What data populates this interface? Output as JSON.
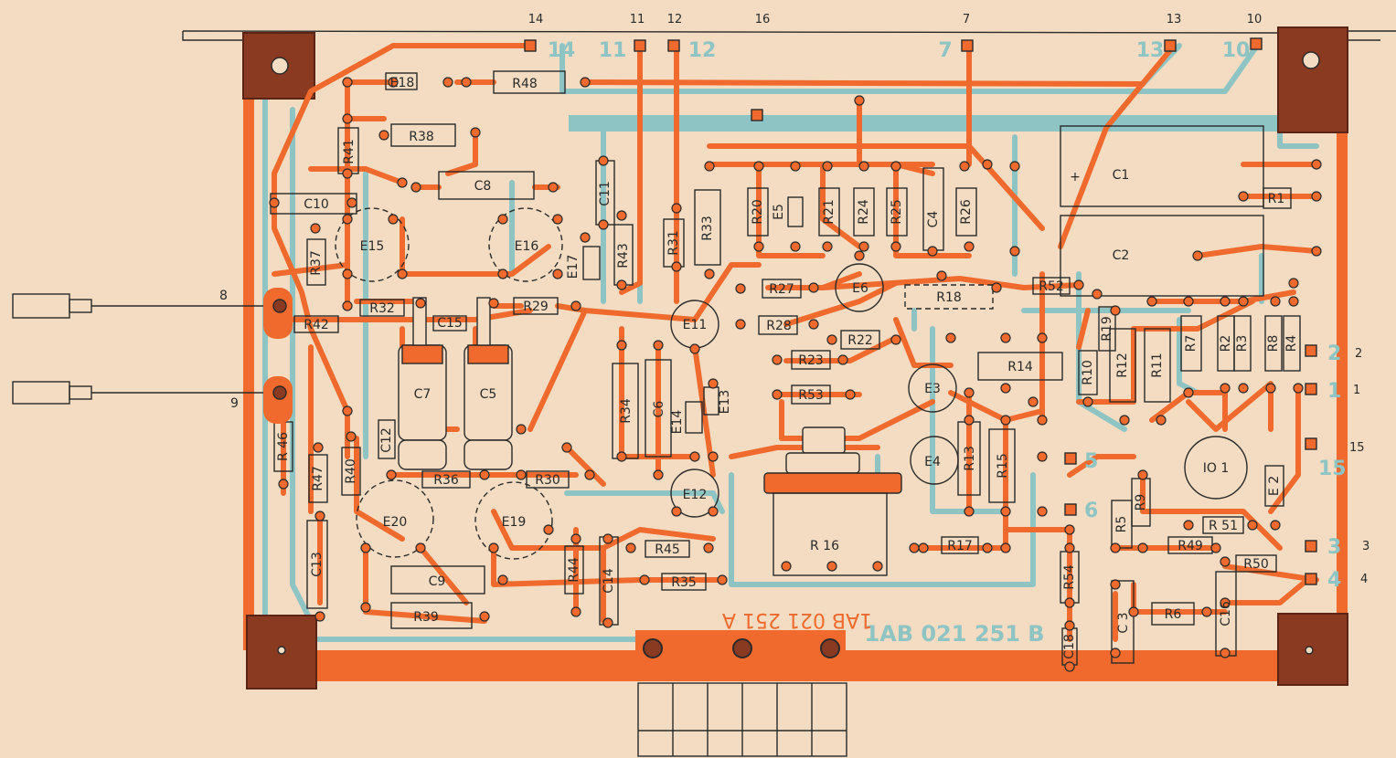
{
  "colors": {
    "paper": "#f3dcc2",
    "copper_top": "#ef6a2c",
    "copper_bottom": "#8fc4c4",
    "ink": "#2a2a2a",
    "mount": "#8b3a22"
  },
  "board": {
    "code_primary": "1AB 021 251 B",
    "code_mirrored": "1AB 021 251 A"
  },
  "top_pins": [
    "14",
    "11",
    "12",
    "16",
    "7",
    "13",
    "10"
  ],
  "top_pins_big": [
    "14",
    "11",
    "12",
    "7",
    "13",
    "10"
  ],
  "right_pins": [
    "2",
    "1",
    "15",
    "3",
    "4"
  ],
  "right_pins_big": [
    "2",
    "1",
    "15",
    "3",
    "4"
  ],
  "left_pins": [
    "8",
    "9"
  ],
  "mid_pins": [
    "5",
    "6"
  ],
  "labels": {
    "R48": "R48",
    "E18": "E18",
    "R38": "R38",
    "R41": "R41",
    "C8": "C8",
    "C10": "C10",
    "E15": "E15",
    "E16": "E16",
    "R37": "R37",
    "R32": "R32",
    "R29": "R29",
    "C15": "C15",
    "R42": "R42",
    "C7": "C7",
    "C5": "C5",
    "C11": "C11",
    "E17": "E17",
    "R43": "R43",
    "R31": "R31",
    "R33": "R33",
    "R20": "R20",
    "E5": "E5",
    "R21": "R21",
    "R24": "R24",
    "R25": "R25",
    "C4": "C4",
    "R26": "R26",
    "C1": "C1",
    "C2": "C2",
    "R1": "R1",
    "R27": "R27",
    "E6": "E6",
    "R18": "R18",
    "R52": "R52",
    "R28": "R28",
    "E11": "E11",
    "R22": "R22",
    "R23": "R23",
    "R53": "R53",
    "E3": "E3",
    "R14": "R14",
    "R19": "R19",
    "R10": "R10",
    "R12": "R12",
    "R11": "R11",
    "R7": "R7",
    "R2": "R2",
    "R3": "R3",
    "R8": "R8",
    "R4": "R4",
    "R34": "R34",
    "C6": "C6",
    "E14": "E14",
    "E13": "E13",
    "E4": "E4",
    "R13": "R13",
    "R15": "R15",
    "IO1": "IO 1",
    "E2": "E 2",
    "R46": "R 46",
    "R47": "R47",
    "R40": "R40",
    "C12": "C12",
    "R36": "R36",
    "R30": "R30",
    "E12": "E12",
    "E20": "E20",
    "E19": "E19",
    "R16": "R 16",
    "R17": "R17",
    "R45": "R45",
    "R35": "R35",
    "R44": "R44",
    "C14": "C14",
    "C13": "C13",
    "C9": "C9",
    "R39": "R39",
    "R5": "R5",
    "R9": "R9",
    "R51": "R 51",
    "R49": "R49",
    "R50": "R50",
    "R54": "R54",
    "C18": "C18",
    "C3": "C 3",
    "R6": "R6",
    "C16": "C16",
    "plus": "+"
  }
}
